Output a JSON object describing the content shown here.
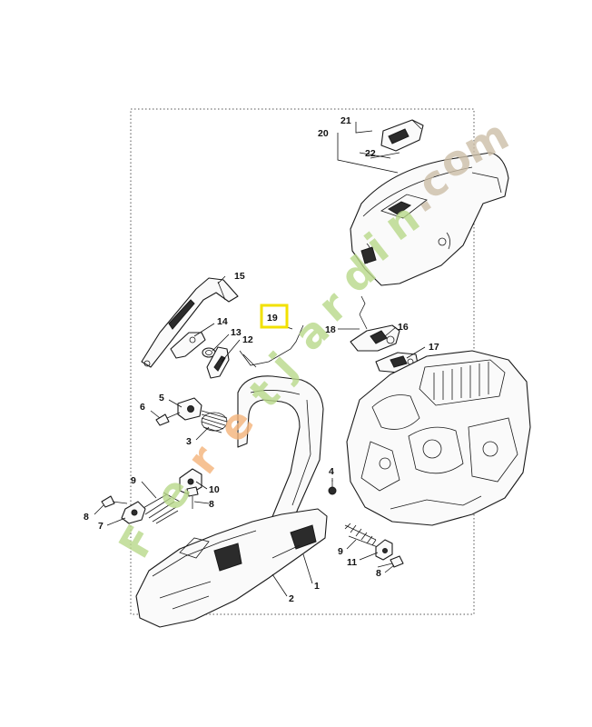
{
  "callouts": {
    "c1": "1",
    "c2": "2",
    "c3": "3",
    "c4": "4",
    "c5": "5",
    "c6": "6",
    "c7": "7",
    "c8a": "8",
    "c8b": "8",
    "c8c": "8",
    "c9a": "9",
    "c9b": "9",
    "c10": "10",
    "c11": "11",
    "c12": "12",
    "c13": "13",
    "c14": "14",
    "c15": "15",
    "c16": "16",
    "c17": "17",
    "c18": "18",
    "c19": "19",
    "c20": "20",
    "c21": "21",
    "c22": "22"
  },
  "watermark": {
    "letters": [
      "F",
      "e",
      "r",
      "e",
      "t",
      "j",
      "a",
      "r",
      "d",
      "i",
      "n",
      ".",
      "c",
      "o",
      "m"
    ],
    "colors": {
      "green": "#b9d98a",
      "orange": "#f4b37a",
      "tan": "#cdbfa8"
    }
  },
  "highlight_color": "#f2e100",
  "border_color": "#555555"
}
